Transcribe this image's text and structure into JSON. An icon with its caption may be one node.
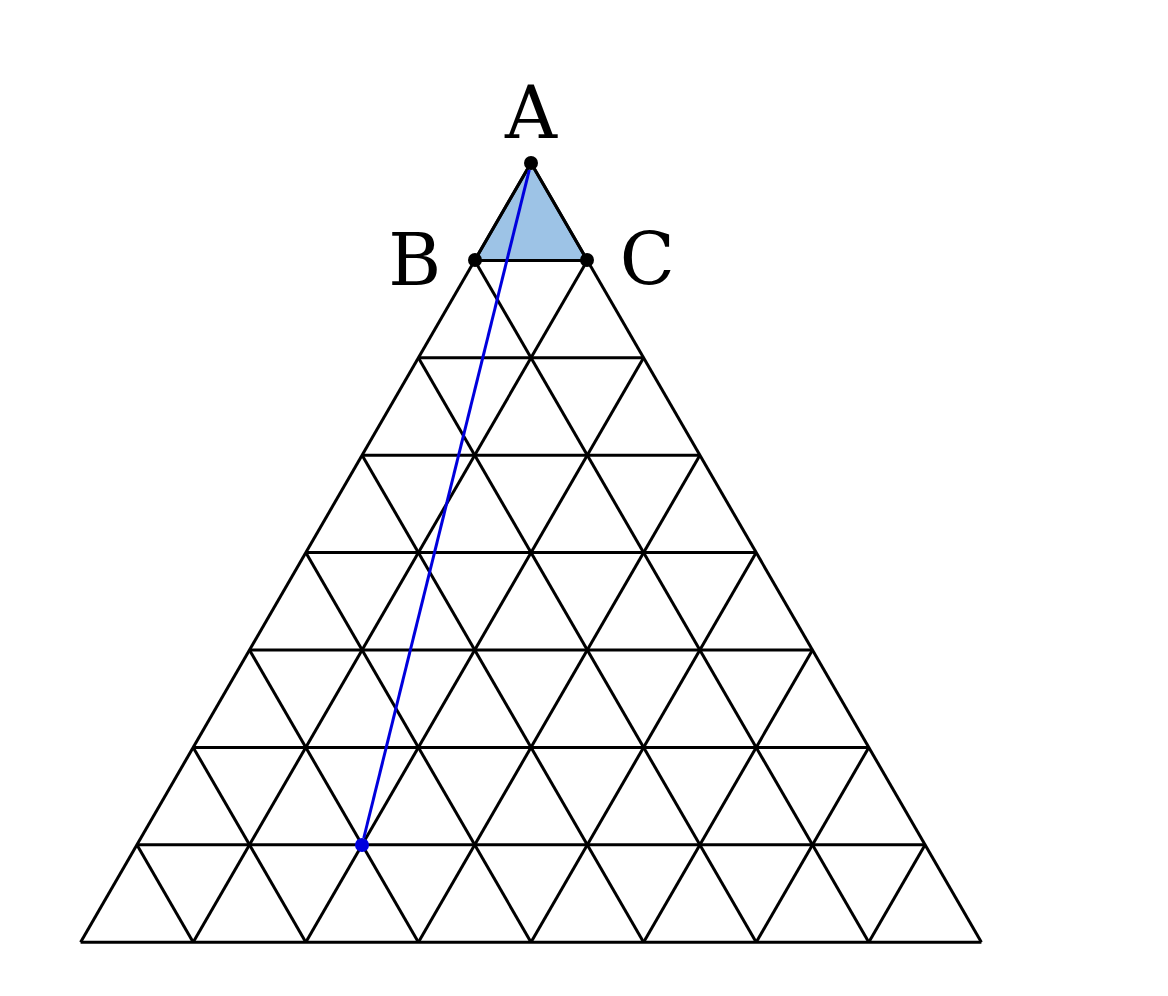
{
  "diagram": {
    "nodes": [
      {
        "text": [
          "A"
        ]
      },
      {
        "text": [
          "B"
        ]
      },
      {
        "text": [
          "C"
        ]
      },
      {
        "text": [],
        "shape": "circle"
      }
    ],
    "edges": [
      {
        "from": 0,
        "to": 1,
        "arrow": "none"
      },
      {
        "from": 1,
        "to": 2,
        "arrow": "none"
      },
      {
        "from": 2,
        "to": 0,
        "arrow": "none"
      },
      {
        "from": 0,
        "to": 3,
        "arrow": "none",
        "color": "#0000dd"
      }
    ]
  }
}
